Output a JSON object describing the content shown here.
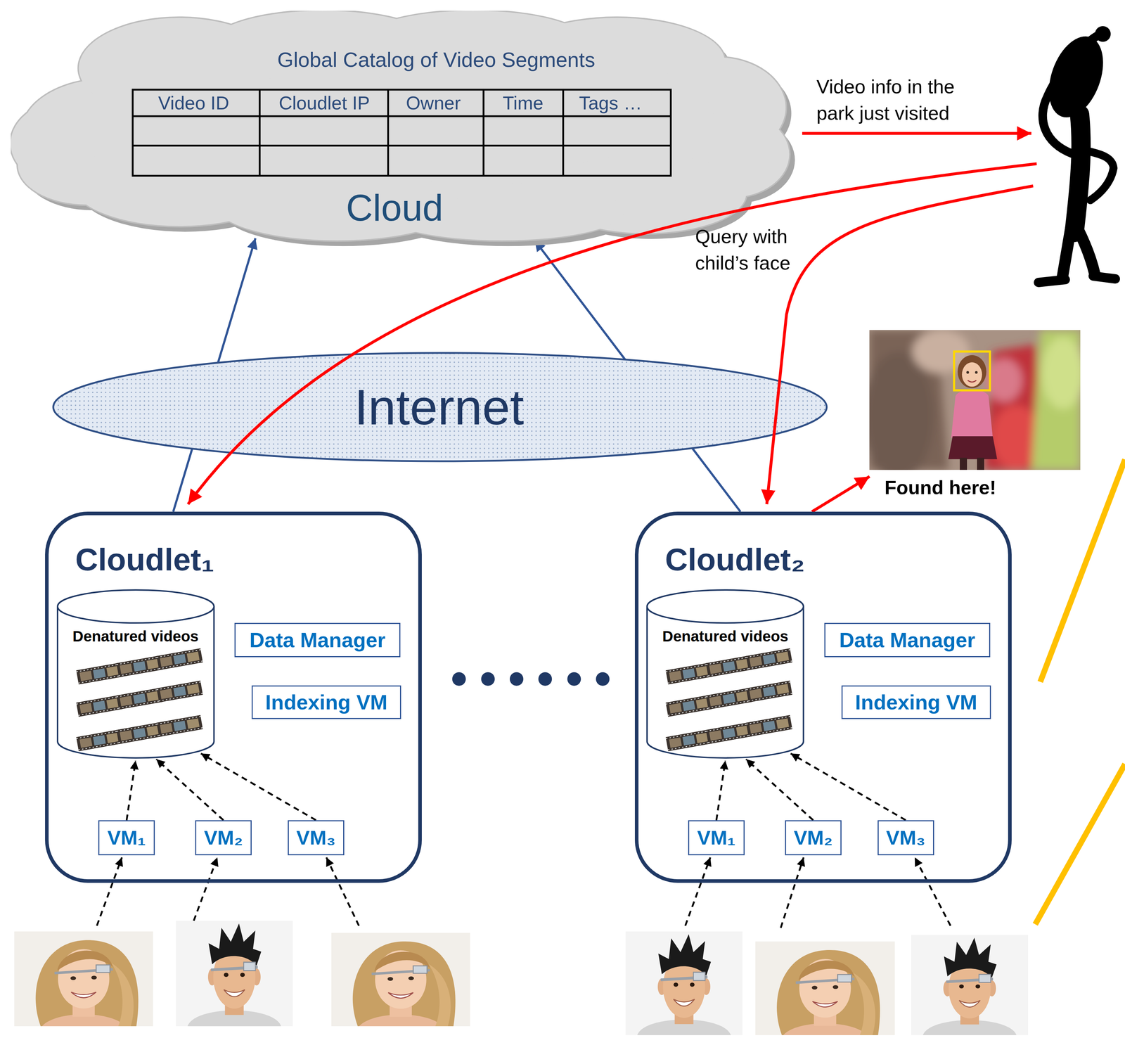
{
  "diagram": {
    "nodes": [
      {
        "text": [
          "Global Catalog of Video Segments",
          "Cloud"
        ]
      },
      {
        "text": [
          "Internet"
        ]
      },
      {
        "text": [
          "Cloudlet₁"
        ]
      },
      {
        "text": [
          "Denatured videos"
        ],
        "in": 2
      },
      {
        "text": [
          "Data Manager"
        ],
        "in": 2
      },
      {
        "text": [
          "Indexing VM"
        ],
        "in": 2
      },
      {
        "text": [
          "VM₁"
        ],
        "in": 2
      },
      {
        "text": [
          "VM₂"
        ],
        "in": 2
      },
      {
        "text": [
          "VM₃"
        ],
        "in": 2
      },
      {
        "text": [
          "Cloudlet₂"
        ]
      },
      {
        "text": [
          "Denatured videos"
        ],
        "in": 9
      },
      {
        "text": [
          "Data Manager"
        ],
        "in": 9
      },
      {
        "text": [
          "Indexing VM"
        ],
        "in": 9
      },
      {
        "text": [
          "VM₁"
        ],
        "in": 9
      },
      {
        "text": [
          "VM₂"
        ],
        "in": 9
      },
      {
        "text": [
          "VM₃"
        ],
        "in": 9
      },
      {
        "text": [
          "Found here!"
        ]
      }
    ],
    "edges": [
      {
        "from": 2,
        "to": 0,
        "arrow": "to"
      },
      {
        "from": 9,
        "to": 0,
        "arrow": "to"
      },
      {
        "from": 9,
        "to": 16,
        "arrow": "to"
      },
      {
        "from": 6,
        "to": 3,
        "arrow": "to"
      },
      {
        "from": 7,
        "to": 3,
        "arrow": "to"
      },
      {
        "from": 8,
        "to": 3,
        "arrow": "to"
      },
      {
        "from": 13,
        "to": 10,
        "arrow": "to"
      },
      {
        "from": 14,
        "to": 10,
        "arrow": "to"
      },
      {
        "from": 15,
        "to": 10,
        "arrow": "to"
      }
    ],
    "labels": [
      "Video ID",
      "Cloudlet IP",
      "Owner",
      "Time",
      "Tags …",
      "Video info in the park just visited",
      "Query with child’s face"
    ]
  }
}
